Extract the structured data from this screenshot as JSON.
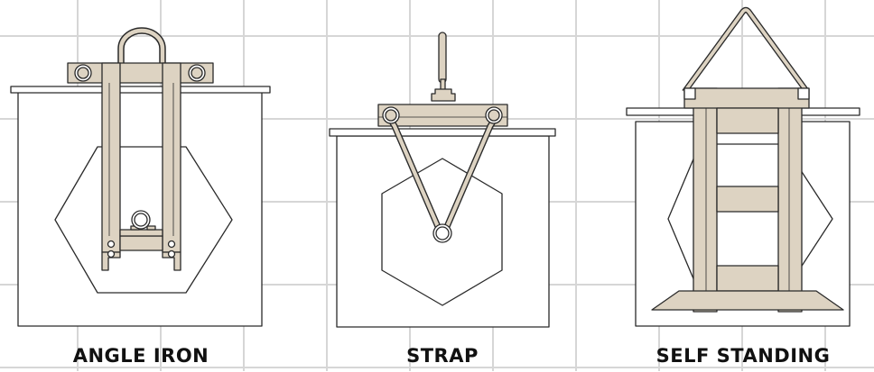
{
  "colors": {
    "background": "#ffffff",
    "grid": "#d6d6d6",
    "outline": "#2a2a2a",
    "fixture_fill": "#ddd3c2",
    "text": "#111111"
  },
  "panels": [
    {
      "id": "angle-iron",
      "label": "ANGLE IRON"
    },
    {
      "id": "strap",
      "label": "STRAP"
    },
    {
      "id": "self-standing",
      "label": "SELF STANDING"
    }
  ]
}
